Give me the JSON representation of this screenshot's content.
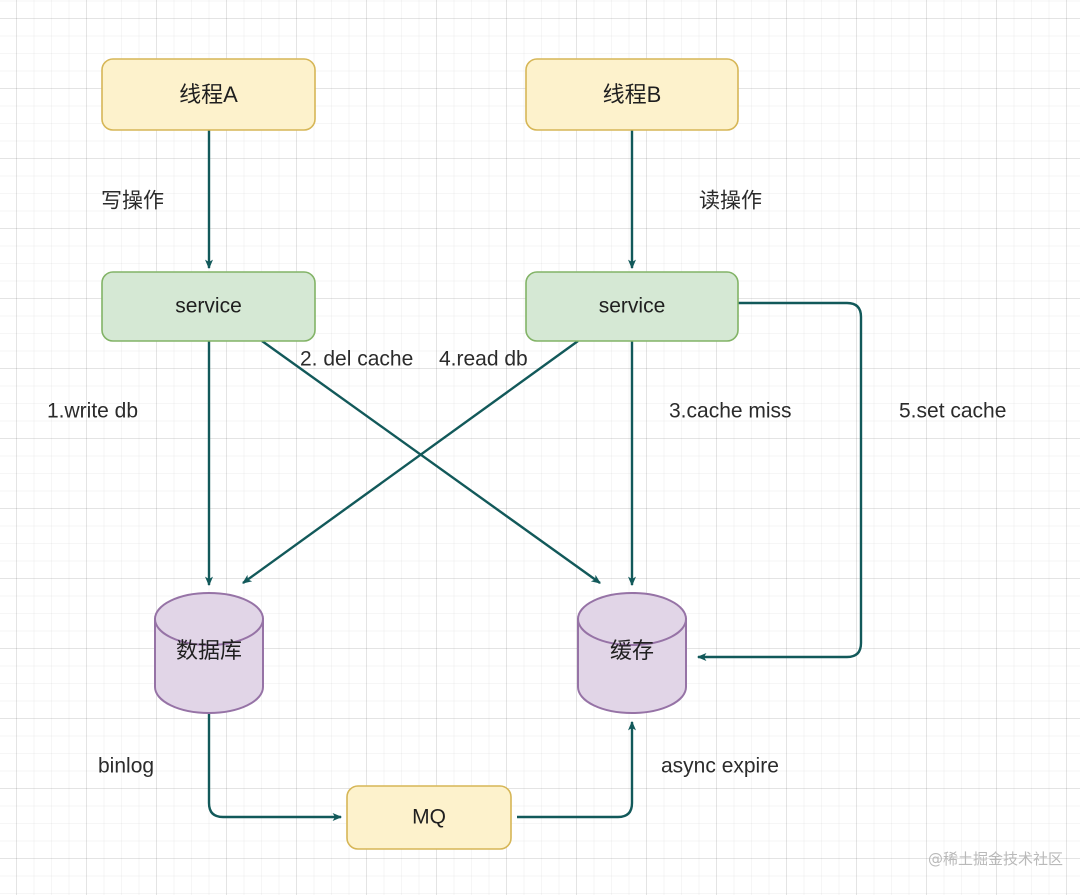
{
  "diagram": {
    "title": "cache-db-consistency-flow",
    "watermark": "@稀土掘金技术社区",
    "colors": {
      "thread_fill": "#fdf2cc",
      "thread_stroke": "#d6b656",
      "service_fill": "#d5e8d4",
      "service_stroke": "#82b366",
      "store_fill": "#e1d5e7",
      "store_stroke": "#9673a6",
      "mq_fill": "#fdf2cc",
      "mq_stroke": "#d6b656",
      "arrow": "#12595a",
      "grid": "#e8e8e8",
      "text": "#1f1f1f",
      "watermark": "#b9b9b9"
    },
    "nodes": {
      "thread_a": "线程A",
      "thread_b": "线程B",
      "service_a": "service",
      "service_b": "service",
      "database": "数据库",
      "cache": "缓存",
      "mq": "MQ"
    },
    "edges": [
      {
        "id": "write-op",
        "label": "写操作",
        "from": "thread_a",
        "to": "service_a"
      },
      {
        "id": "read-op",
        "label": "读操作",
        "from": "thread_b",
        "to": "service_b"
      },
      {
        "id": "write-db",
        "label": "1.write db",
        "from": "service_a",
        "to": "database"
      },
      {
        "id": "del-cache",
        "label": "2. del cache",
        "from": "service_a",
        "to": "cache"
      },
      {
        "id": "cache-miss",
        "label": "3.cache miss",
        "from": "service_b",
        "to": "cache"
      },
      {
        "id": "read-db",
        "label": "4.read db",
        "from": "service_b",
        "to": "database"
      },
      {
        "id": "set-cache",
        "label": "5.set cache",
        "from": "service_b",
        "to": "cache"
      },
      {
        "id": "binlog",
        "label": "binlog",
        "from": "database",
        "to": "mq"
      },
      {
        "id": "async-expire",
        "label": "async expire",
        "from": "mq",
        "to": "cache"
      }
    ]
  }
}
